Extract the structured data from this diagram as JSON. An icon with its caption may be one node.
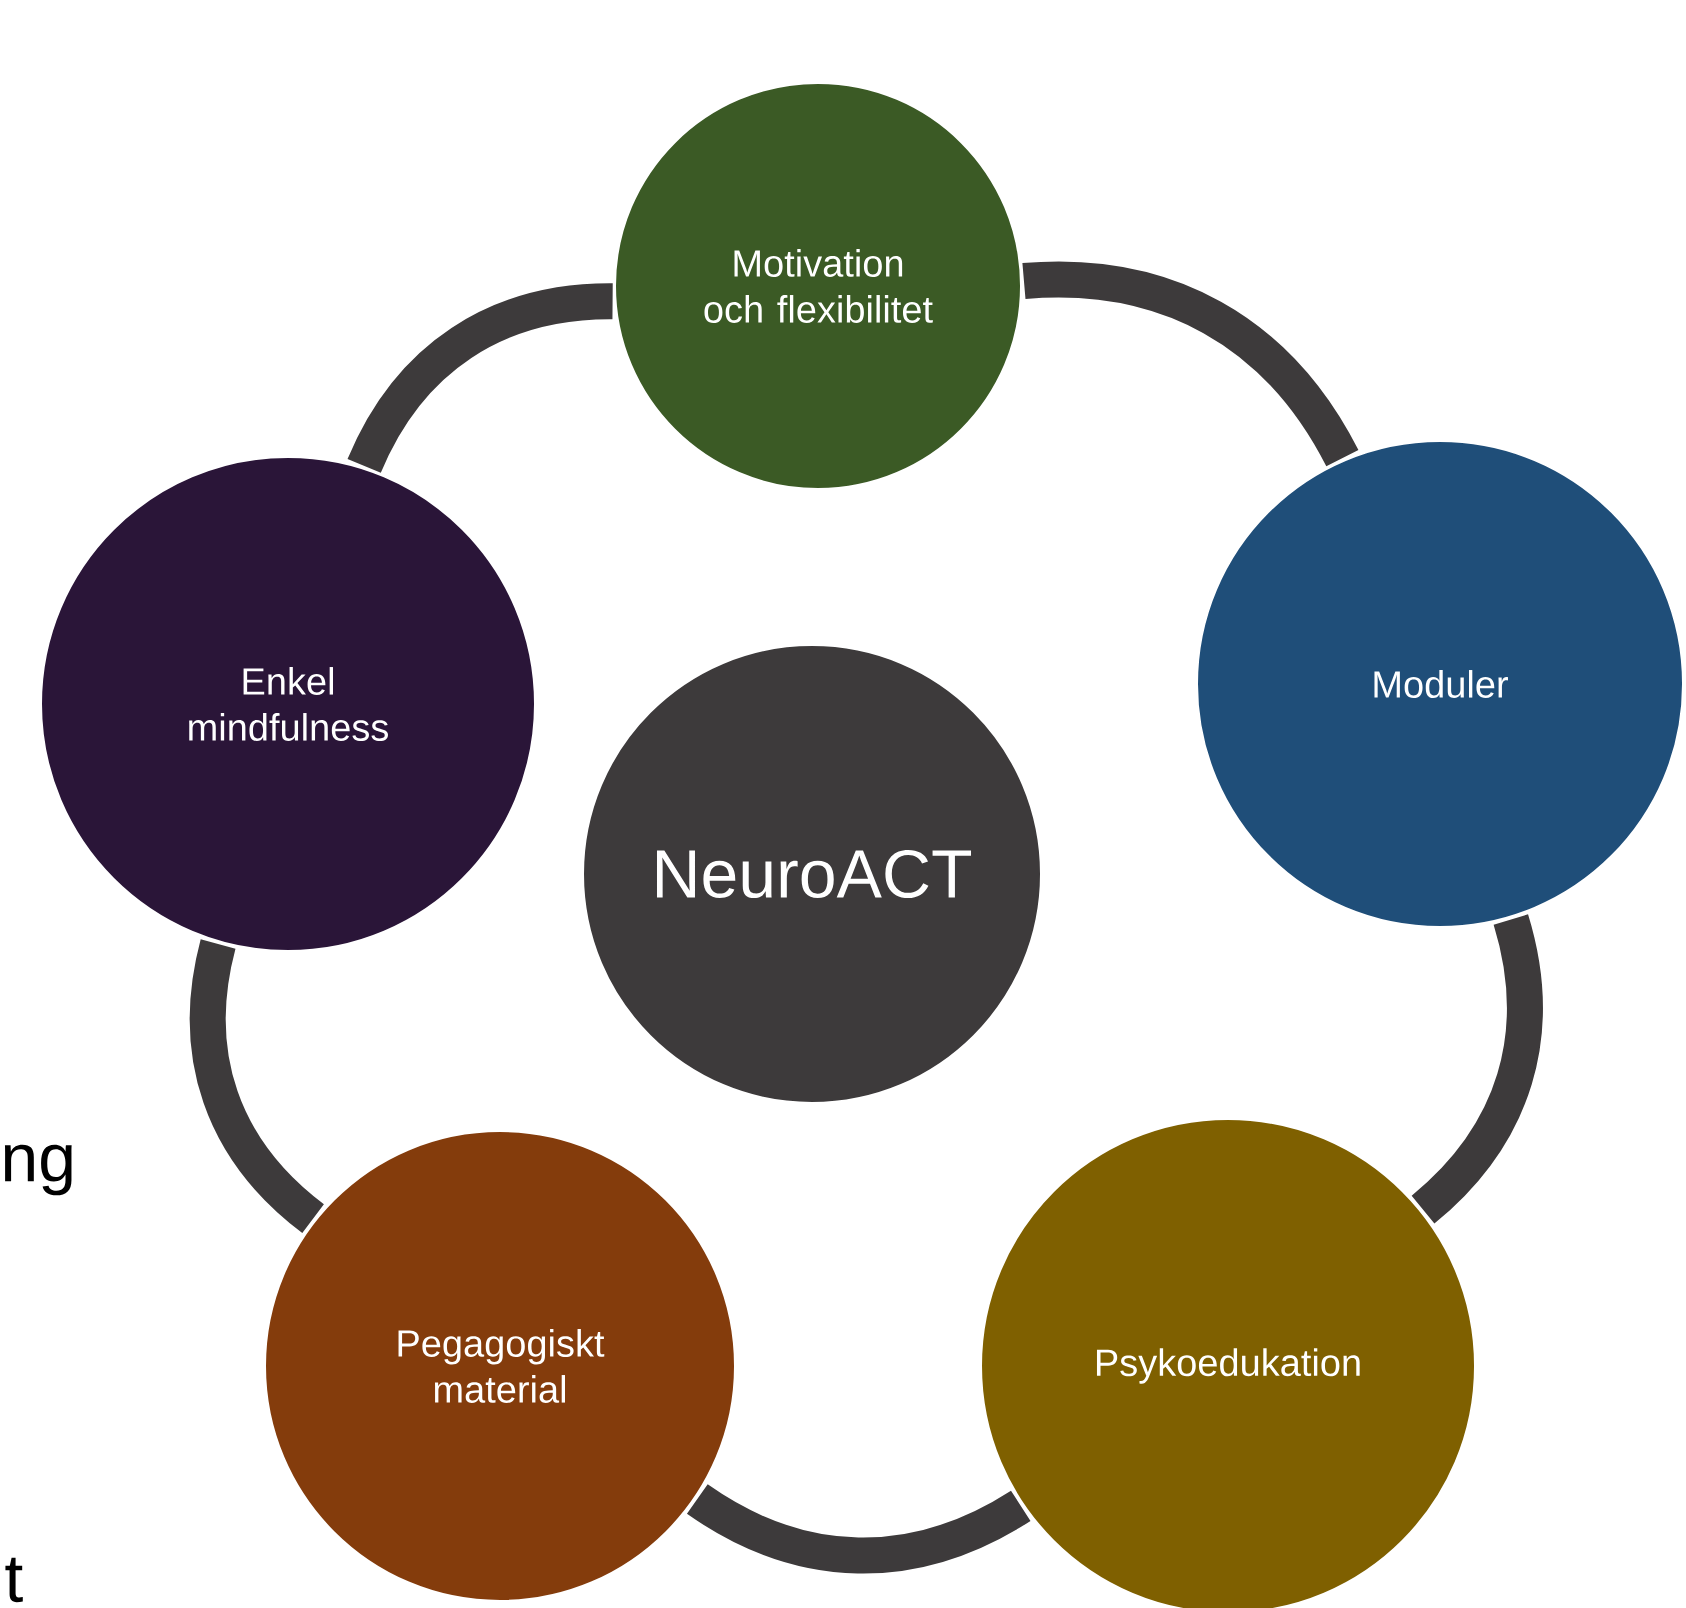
{
  "diagram": {
    "nodes": [
      {
        "text": [
          "Motivation och flexibilitet"
        ]
      },
      {
        "text": [
          "Enkel mindfulness"
        ]
      },
      {
        "text": [
          "NeuroACT"
        ]
      },
      {
        "text": [
          "Moduler"
        ]
      },
      {
        "text": [
          "Pegagogiskt material"
        ]
      },
      {
        "text": [
          "Psykoedukation"
        ]
      }
    ],
    "edges": [
      {
        "from": 0,
        "to": 3,
        "arrow": "none"
      },
      {
        "from": 3,
        "to": 5,
        "arrow": "none"
      },
      {
        "from": 5,
        "to": 4,
        "arrow": "none"
      },
      {
        "from": 4,
        "to": 1,
        "arrow": "none"
      },
      {
        "from": 1,
        "to": 0,
        "arrow": "none"
      }
    ],
    "labels": [
      "ng",
      "t"
    ]
  }
}
